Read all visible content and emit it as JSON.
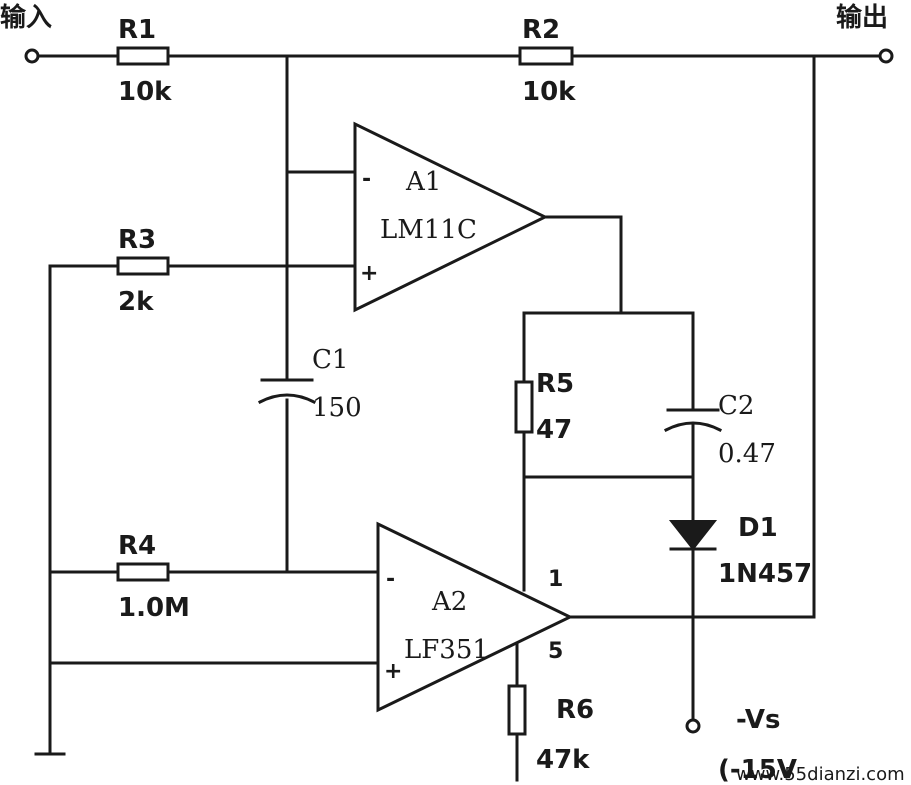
{
  "terminals": {
    "input": "输入",
    "output": "输出",
    "supply": "-Vs",
    "supply_note": "(-15V"
  },
  "resistors": [
    {
      "ref": "R1",
      "value": "10k"
    },
    {
      "ref": "R2",
      "value": "10k"
    },
    {
      "ref": "R3",
      "value": "2k"
    },
    {
      "ref": "R4",
      "value": "1.0M"
    },
    {
      "ref": "R5",
      "value": "47"
    },
    {
      "ref": "R6",
      "value": "47k"
    }
  ],
  "capacitors": [
    {
      "ref": "C1",
      "value": "150"
    },
    {
      "ref": "C2",
      "value": "0.47"
    }
  ],
  "diode": {
    "ref": "D1",
    "part": "1N457"
  },
  "opamps": [
    {
      "ref": "A1",
      "part": "LM11C",
      "inv": "-",
      "noninv": "+"
    },
    {
      "ref": "A2",
      "part": "LF351",
      "inv": "-",
      "noninv": "+",
      "pin_out": "1",
      "pin_5": "5"
    }
  ],
  "watermark": "www.55dianzi.com"
}
